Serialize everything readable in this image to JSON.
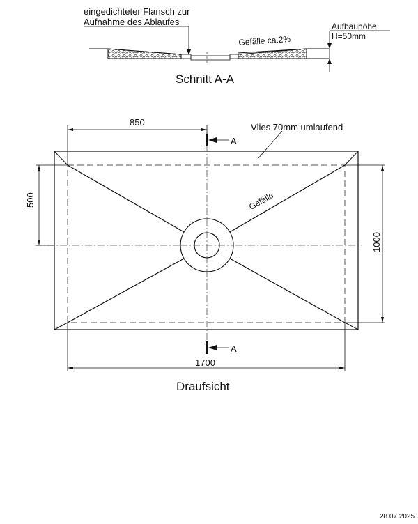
{
  "section_view": {
    "title": "Schnitt A-A",
    "flange_label_line1": "eingedichteter Flansch zur",
    "flange_label_line2": "Aufnahme des Ablaufes",
    "slope_label": "Gefälle ca.2%",
    "height_label_line1": "Aufbauhöhe",
    "height_label_line2": "H=50mm"
  },
  "top_view": {
    "title": "Draufsicht",
    "dim_drain_x": "850",
    "dim_total_length": "1700",
    "dim_drain_y": "500",
    "dim_total_width": "1000",
    "fleece_label": "Vlies 70mm umlaufend",
    "slope_label": "Gefälle",
    "section_marker_top": "A",
    "section_marker_bottom": "A"
  },
  "footer": {
    "date": "28.07.2025"
  },
  "colors": {
    "line": "#111111",
    "dash": "#555555",
    "background": "#ffffff"
  }
}
